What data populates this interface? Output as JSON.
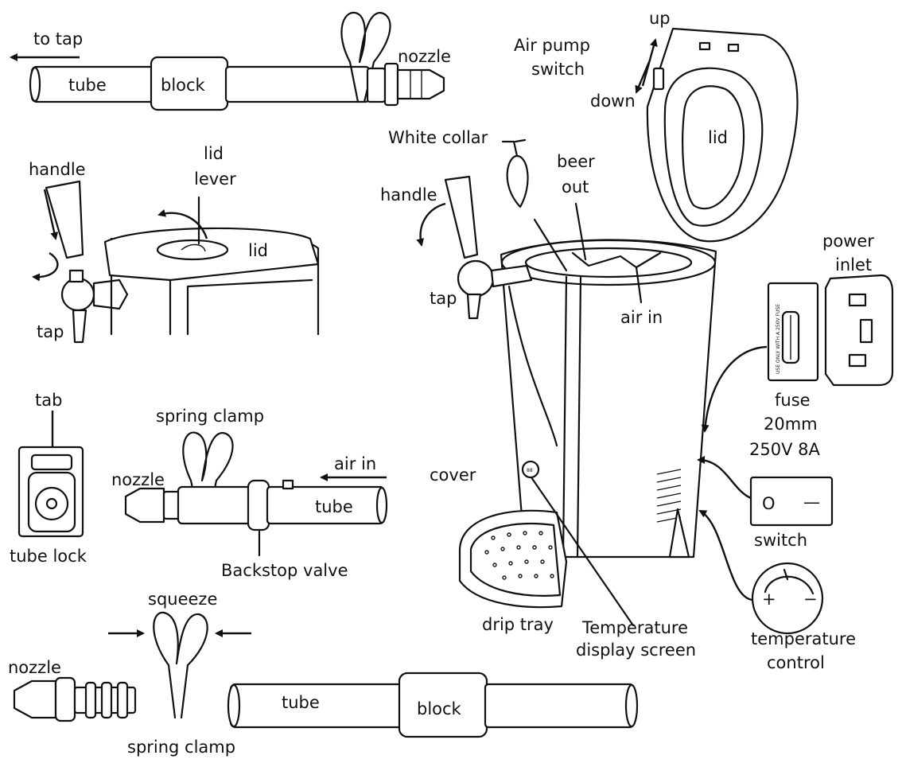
{
  "labels": {
    "to_tap": "to tap",
    "tube_top": "tube",
    "block_top": "block",
    "nozzle_top": "nozzle",
    "air_pump_switch_1": "Air pump",
    "air_pump_switch_2": "switch",
    "up": "up",
    "down": "down",
    "lid_open": "lid",
    "white_collar": "White collar",
    "beer_out_1": "beer",
    "beer_out_2": "out",
    "handle_left": "handle",
    "lid_lever_1": "lid",
    "lid_lever_2": "lever",
    "lid_left": "lid",
    "tap_left": "tap",
    "handle_main": "handle",
    "tap_main": "tap",
    "air_in_main": "air in",
    "power_inlet_1": "power",
    "power_inlet_2": "inlet",
    "fuse_1": "fuse",
    "fuse_2": "20mm",
    "fuse_3": "250V 8A",
    "fuse_print": "USE ONLY WITH A 250V FUSE",
    "tab": "tab",
    "tube_lock": "tube lock",
    "spring_clamp_mid": "spring clamp",
    "nozzle_mid": "nozzle",
    "air_in_mid": "air in",
    "tube_mid": "tube",
    "backstop_valve": "Backstop valve",
    "cover": "cover",
    "display_digits": "88",
    "drip_tray": "drip tray",
    "temp_display_1": "Temperature",
    "temp_display_2": "display screen",
    "switch": "switch",
    "switch_on": "O",
    "switch_off": "—",
    "temp_control_1": "temperature",
    "temp_control_2": "control",
    "temp_plus": "+",
    "temp_minus": "−",
    "squeeze": "squeeze",
    "nozzle_bottom": "nozzle",
    "spring_clamp_bottom": "spring clamp",
    "tube_bottom": "tube",
    "block_bottom": "block"
  }
}
